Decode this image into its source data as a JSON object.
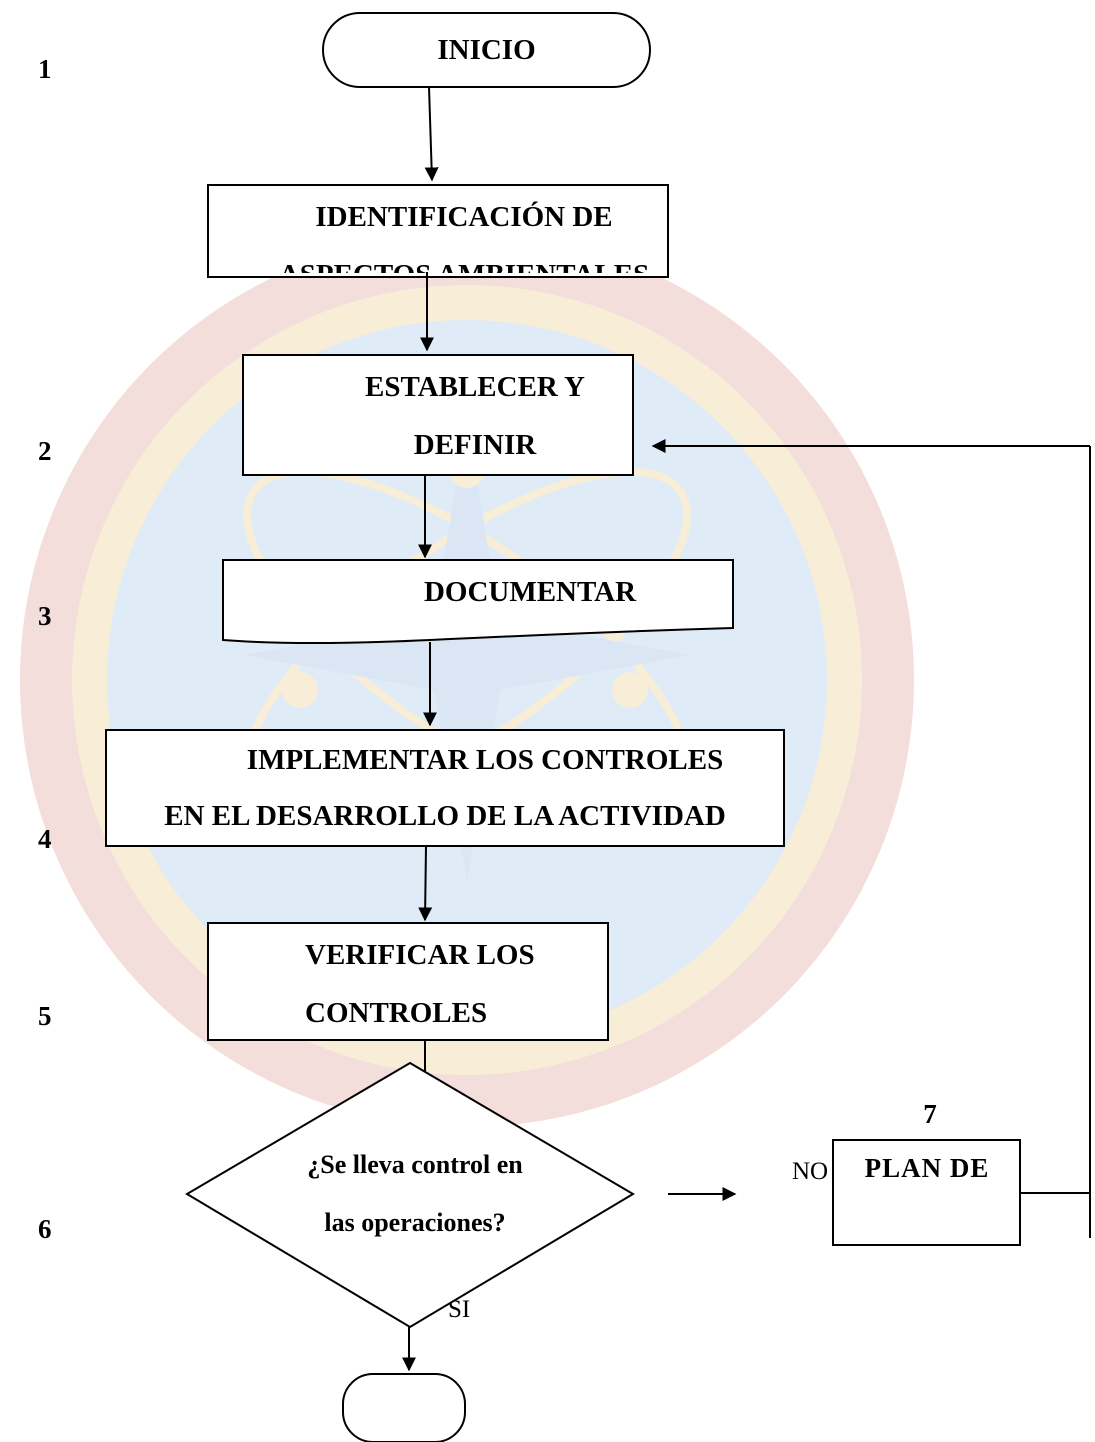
{
  "step_numbers": [
    "1",
    "2",
    "3",
    "4",
    "5",
    "6"
  ],
  "nodes": {
    "start": "INICIO",
    "identify": "IDENTIFICACIÓN DE ASPECTOS AMBIENTALES",
    "establish": "ESTABLECER Y DEFINIR",
    "document": "DOCUMENTAR",
    "implement_line1": "IMPLEMENTAR LOS CONTROLES",
    "implement_line2": "EN EL DESARROLLO DE LA ACTIVIDAD",
    "verify": "VERIFICAR LOS CONTROLES",
    "decision": "¿Se lleva control en las operaciones?",
    "plan": "PLAN DE",
    "plan_number": "7",
    "end": ""
  },
  "branch_labels": {
    "no": "NO",
    "yes": "SI"
  },
  "colors": {
    "watermark_blue": "#8fb8e6",
    "watermark_red": "#d98a80",
    "watermark_gold": "#e7c173",
    "stroke": "#000000"
  }
}
